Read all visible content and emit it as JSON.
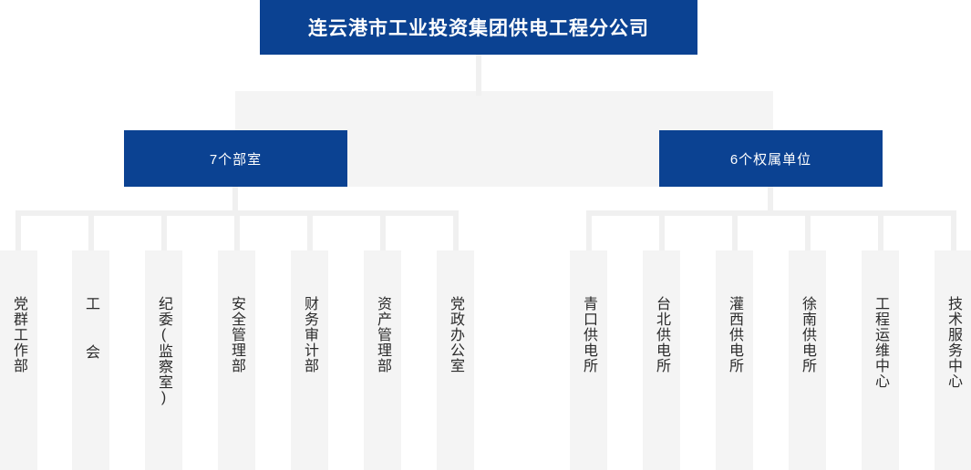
{
  "chart_title": "连云港市工业投资集团供电工程分公司",
  "colors": {
    "brand_blue": "#0b4292",
    "leaf_grey": "#f4f4f4",
    "connector_grey": "#f0f0f0",
    "root_text": "#ffffff",
    "leaf_text": "#2b2b2b"
  },
  "root": {
    "label": "连云港市工业投资集团供电工程分公司"
  },
  "branches": [
    {
      "label": "7个部室"
    },
    {
      "label": "6个权属单位"
    }
  ],
  "departments": [
    {
      "label": "党群工作部"
    },
    {
      "label": "工  会"
    },
    {
      "label": "纪委(监察室)"
    },
    {
      "label": "安全管理部"
    },
    {
      "label": "财务审计部"
    },
    {
      "label": "资产管理部"
    },
    {
      "label": "党政办公室"
    }
  ],
  "affiliated_units": [
    {
      "label": "青口供电所"
    },
    {
      "label": "台北供电所"
    },
    {
      "label": "灌西供电所"
    },
    {
      "label": "徐南供电所"
    },
    {
      "label": "工程运维中心"
    },
    {
      "label": "技术服务中心"
    }
  ]
}
